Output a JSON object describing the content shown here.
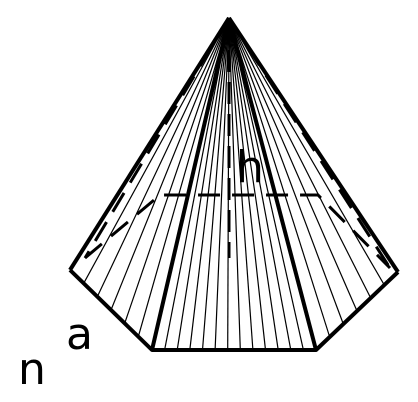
{
  "labels": {
    "height": "h",
    "side": "a",
    "count": "n"
  }
}
